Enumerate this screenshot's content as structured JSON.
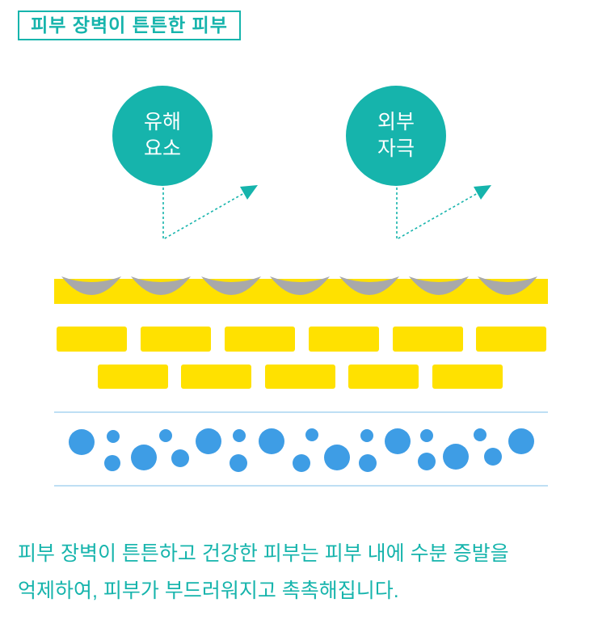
{
  "title": "피부 장벽이 튼튼한 피부",
  "factors": [
    {
      "line1": "유해",
      "line2": "요소",
      "icon": "harmful-factors"
    },
    {
      "line1": "외부",
      "line2": "자극",
      "icon": "external-irritation"
    }
  ],
  "description": [
    "피부 장벽이 튼튼하고 건강한 피부는 피부 내에 수분 증발을",
    "억제하여, 피부가 부드러워지고 촉촉해집니다."
  ],
  "colors": {
    "accent": "#16b4ac",
    "yellow": "#ffe100",
    "gray": "#a9a9a9",
    "blue": "#3e9de5",
    "line": "#7cbfe8"
  }
}
